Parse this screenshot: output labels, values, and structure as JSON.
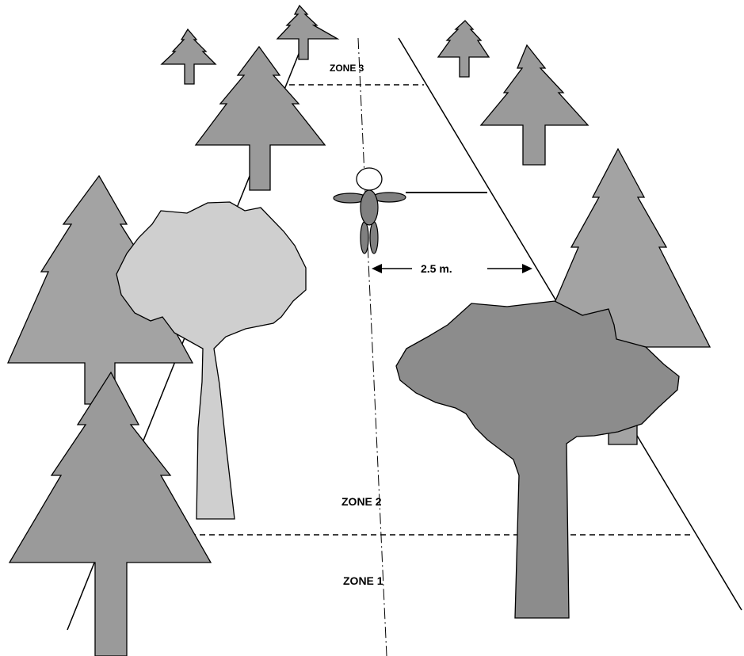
{
  "labels": {
    "zone3": "ZONE 3",
    "zone2": "ZONE 2",
    "zone1": "ZONE 1",
    "distance": "2.5 m."
  },
  "colors": {
    "conifer": "#a3a3a3",
    "broadleaf_light": "#cfcfcf",
    "broadleaf_dark": "#8c8c8c",
    "person_head": "#ffffff",
    "person_body": "#808080",
    "lines": "#000000"
  },
  "icons": {
    "conifer": "pine-tree-icon",
    "broadleaf": "deciduous-tree-icon",
    "person": "person-icon",
    "arrow": "double-arrow-icon"
  }
}
